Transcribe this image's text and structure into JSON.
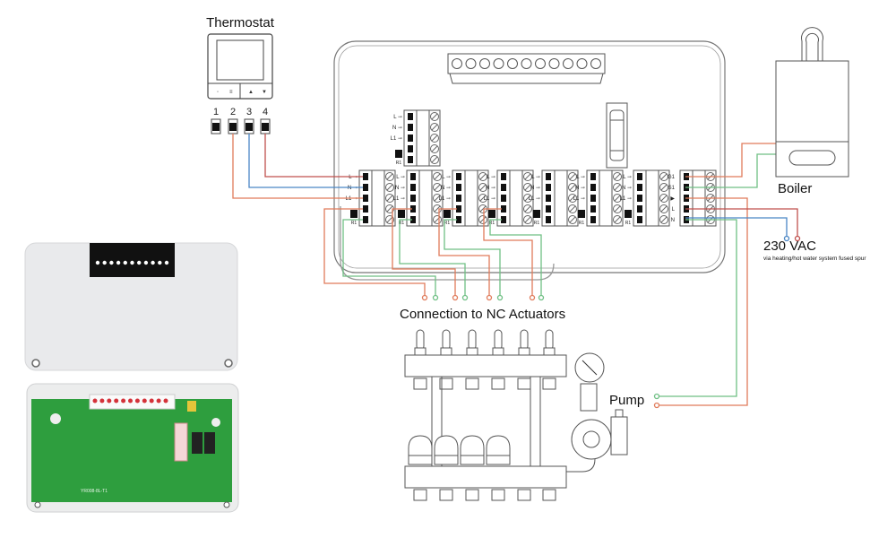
{
  "labels": {
    "thermostat": "Thermostat",
    "boiler": "Boiler",
    "power": "230 VAC",
    "power_note": "via heating/hot water system fused spur",
    "actuators": "Connection to NC Actuators",
    "pump": "Pump"
  },
  "thermostat_terminals": [
    "1",
    "2",
    "3",
    "4"
  ],
  "zone_terminal_labels": [
    "L",
    "N",
    "L1"
  ],
  "relay_label": "R1",
  "output_terminal_labels": [
    "G1",
    "S1",
    "pump",
    "L",
    "N"
  ],
  "zone_count": 7,
  "led_count": 11,
  "pcb_model": "YR008-8L-T1",
  "colors": {
    "live": "#c0504d",
    "neutral": "#4a86c5",
    "switched": "#e07b5a",
    "signal": "#6fbf84",
    "outline": "#555555",
    "pcb": "#2e9e3e",
    "terminal_green": "#4cc45a"
  }
}
